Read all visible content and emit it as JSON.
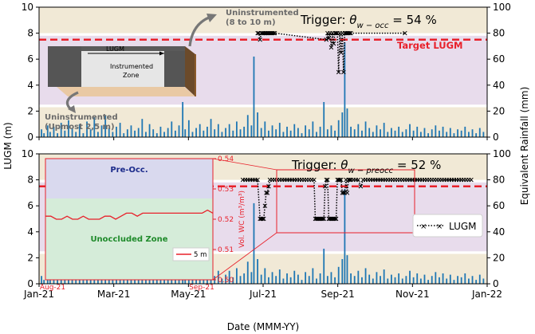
{
  "chart_data": {
    "type": "line",
    "x_label": "Date (MMM-YY)",
    "y_label_left": "LUGM (m)",
    "y_label_right": "Equivalent Rainfall (mm)",
    "x_ticks": [
      "Jan-21",
      "Mar-21",
      "May-21",
      "Jul-21",
      "Sep-21",
      "Nov-21",
      "Jan-22"
    ],
    "x_range_days": [
      0,
      365
    ],
    "ylim_left": [
      0,
      10
    ],
    "ylim_right": [
      0,
      100
    ],
    "y_ticks_left": [
      "0",
      "2",
      "4",
      "6",
      "8",
      "10"
    ],
    "y_ticks_right": [
      "0",
      "20",
      "40",
      "60",
      "80",
      "100"
    ],
    "target_lugm": 7.5,
    "target_label": "Target LUGM",
    "legend": "LUGM",
    "colors": {
      "rain": "#1f77b4",
      "target": "#e8202a",
      "lugm": "#000000",
      "uninstr_band": "#f1e9d6",
      "instr_band": "#e8dcec",
      "preocc": "#d9d9ee",
      "unoccluded": "#d5ecd9"
    },
    "panels": [
      {
        "trigger_prefix": "Trigger: ",
        "trigger_symbol": "θ",
        "trigger_sub": "w − occ",
        "trigger_value": " = 54 %",
        "top_band": [
          8.0,
          10.0
        ],
        "mid_band": [
          2.5,
          7.8
        ],
        "bottom_band": [
          0,
          2.3
        ],
        "lugm_points": [
          [
            178,
            8.0
          ],
          [
            179,
            8.0
          ],
          [
            180,
            7.5
          ],
          [
            181,
            8.0
          ],
          [
            182,
            8.0
          ],
          [
            183,
            8.0
          ],
          [
            184,
            8.0
          ],
          [
            185,
            8.0
          ],
          [
            186,
            8.0
          ],
          [
            187,
            8.0
          ],
          [
            188,
            8.0
          ],
          [
            189,
            8.0
          ],
          [
            190,
            8.0
          ],
          [
            191,
            8.0
          ],
          [
            192,
            8.0
          ],
          [
            234,
            7.5
          ],
          [
            235,
            8.0
          ],
          [
            236,
            7.6
          ],
          [
            237,
            8.0
          ],
          [
            238,
            6.9
          ],
          [
            239,
            8.0
          ],
          [
            240,
            7.2
          ],
          [
            241,
            8.0
          ],
          [
            242,
            8.0
          ],
          [
            243,
            8.0
          ],
          [
            244,
            5.0
          ],
          [
            245,
            8.0
          ],
          [
            246,
            6.5
          ],
          [
            247,
            8.0
          ],
          [
            248,
            5.0
          ],
          [
            249,
            8.0
          ],
          [
            250,
            8.0
          ],
          [
            251,
            8.0
          ],
          [
            252,
            8.0
          ],
          [
            253,
            8.0
          ],
          [
            254,
            8.0
          ],
          [
            298,
            8.0
          ]
        ]
      },
      {
        "trigger_prefix": "Trigger: ",
        "trigger_symbol": "θ",
        "trigger_sub": "w − preocc",
        "trigger_value": " = 52 %",
        "top_band": [
          8.0,
          10.0
        ],
        "mid_band": [
          2.5,
          7.8
        ],
        "bottom_band": [
          0,
          2.3
        ],
        "lugm_points": [
          [
            166,
            8.0
          ],
          [
            168,
            8.0
          ],
          [
            170,
            8.0
          ],
          [
            172,
            8.0
          ],
          [
            174,
            8.0
          ],
          [
            176,
            8.0
          ],
          [
            178,
            8.0
          ],
          [
            180,
            5.0
          ],
          [
            181,
            5.0
          ],
          [
            182,
            5.0
          ],
          [
            183,
            5.0
          ],
          [
            184,
            6.0
          ],
          [
            185,
            7.0
          ],
          [
            186,
            7.0
          ],
          [
            187,
            7.5
          ],
          [
            188,
            8.0
          ],
          [
            190,
            8.0
          ],
          [
            192,
            8.0
          ],
          [
            194,
            8.0
          ],
          [
            196,
            8.0
          ],
          [
            198,
            8.0
          ],
          [
            200,
            8.0
          ],
          [
            202,
            8.0
          ],
          [
            204,
            8.0
          ],
          [
            206,
            8.0
          ],
          [
            208,
            8.0
          ],
          [
            210,
            8.0
          ],
          [
            212,
            8.0
          ],
          [
            214,
            8.0
          ],
          [
            216,
            8.0
          ],
          [
            218,
            8.0
          ],
          [
            220,
            8.0
          ],
          [
            222,
            8.0
          ],
          [
            224,
            8.0
          ],
          [
            225,
            5.0
          ],
          [
            226,
            5.0
          ],
          [
            227,
            5.0
          ],
          [
            228,
            5.0
          ],
          [
            229,
            5.0
          ],
          [
            230,
            5.0
          ],
          [
            231,
            5.0
          ],
          [
            232,
            5.0
          ],
          [
            233,
            7.5
          ],
          [
            234,
            8.0
          ],
          [
            235,
            8.0
          ],
          [
            236,
            5.0
          ],
          [
            237,
            5.0
          ],
          [
            238,
            5.0
          ],
          [
            239,
            5.0
          ],
          [
            240,
            5.0
          ],
          [
            241,
            5.0
          ],
          [
            242,
            5.0
          ],
          [
            243,
            8.0
          ],
          [
            244,
            8.0
          ],
          [
            245,
            8.0
          ],
          [
            246,
            8.0
          ],
          [
            247,
            7.0
          ],
          [
            248,
            7.0
          ],
          [
            249,
            7.0
          ],
          [
            250,
            8.0
          ],
          [
            251,
            7.0
          ],
          [
            252,
            8.0
          ],
          [
            253,
            8.0
          ],
          [
            254,
            8.0
          ],
          [
            256,
            8.0
          ],
          [
            258,
            8.0
          ],
          [
            260,
            8.0
          ],
          [
            262,
            7.5
          ],
          [
            264,
            8.0
          ],
          [
            266,
            8.0
          ],
          [
            268,
            8.0
          ],
          [
            270,
            8.0
          ],
          [
            272,
            8.0
          ],
          [
            274,
            8.0
          ],
          [
            276,
            8.0
          ],
          [
            278,
            8.0
          ],
          [
            280,
            8.0
          ],
          [
            282,
            8.0
          ],
          [
            284,
            8.0
          ],
          [
            286,
            8.0
          ],
          [
            288,
            8.0
          ],
          [
            290,
            8.0
          ],
          [
            292,
            8.0
          ],
          [
            294,
            8.0
          ],
          [
            296,
            8.0
          ],
          [
            298,
            8.0
          ],
          [
            300,
            8.0
          ],
          [
            302,
            8.0
          ],
          [
            304,
            8.0
          ],
          [
            306,
            8.0
          ],
          [
            308,
            8.0
          ],
          [
            310,
            8.0
          ],
          [
            312,
            8.0
          ],
          [
            314,
            8.0
          ],
          [
            316,
            8.0
          ],
          [
            318,
            8.0
          ],
          [
            320,
            8.0
          ],
          [
            322,
            8.0
          ],
          [
            324,
            8.0
          ],
          [
            326,
            8.0
          ],
          [
            328,
            8.0
          ],
          [
            330,
            8.0
          ],
          [
            332,
            8.0
          ],
          [
            334,
            8.0
          ],
          [
            336,
            8.0
          ],
          [
            338,
            8.0
          ],
          [
            340,
            8.0
          ],
          [
            342,
            8.0
          ],
          [
            344,
            8.0
          ],
          [
            346,
            8.0
          ],
          [
            348,
            8.0
          ],
          [
            350,
            8.0
          ],
          [
            352,
            8.0
          ]
        ]
      }
    ],
    "rainfall": [
      [
        2,
        6
      ],
      [
        4,
        3
      ],
      [
        7,
        9
      ],
      [
        9,
        4
      ],
      [
        12,
        8
      ],
      [
        15,
        3
      ],
      [
        18,
        11
      ],
      [
        21,
        5
      ],
      [
        24,
        13
      ],
      [
        27,
        7
      ],
      [
        30,
        4
      ],
      [
        33,
        10
      ],
      [
        36,
        3
      ],
      [
        39,
        12
      ],
      [
        42,
        6
      ],
      [
        45,
        15
      ],
      [
        48,
        4
      ],
      [
        51,
        9
      ],
      [
        54,
        17
      ],
      [
        57,
        7
      ],
      [
        60,
        4
      ],
      [
        63,
        8
      ],
      [
        66,
        11
      ],
      [
        69,
        3
      ],
      [
        72,
        6
      ],
      [
        75,
        9
      ],
      [
        78,
        5
      ],
      [
        81,
        7
      ],
      [
        84,
        14
      ],
      [
        87,
        4
      ],
      [
        90,
        10
      ],
      [
        93,
        6
      ],
      [
        96,
        3
      ],
      [
        99,
        8
      ],
      [
        102,
        4
      ],
      [
        105,
        7
      ],
      [
        108,
        12
      ],
      [
        111,
        5
      ],
      [
        114,
        9
      ],
      [
        117,
        27
      ],
      [
        119,
        6
      ],
      [
        122,
        13
      ],
      [
        125,
        4
      ],
      [
        128,
        7
      ],
      [
        131,
        10
      ],
      [
        134,
        5
      ],
      [
        137,
        8
      ],
      [
        140,
        14
      ],
      [
        143,
        6
      ],
      [
        146,
        10
      ],
      [
        149,
        4
      ],
      [
        152,
        7
      ],
      [
        155,
        10
      ],
      [
        158,
        5
      ],
      [
        161,
        12
      ],
      [
        164,
        6
      ],
      [
        167,
        8
      ],
      [
        170,
        17
      ],
      [
        173,
        9
      ],
      [
        175,
        62
      ],
      [
        178,
        19
      ],
      [
        181,
        7
      ],
      [
        184,
        12
      ],
      [
        187,
        5
      ],
      [
        190,
        9
      ],
      [
        193,
        6
      ],
      [
        196,
        11
      ],
      [
        199,
        4
      ],
      [
        202,
        8
      ],
      [
        205,
        5
      ],
      [
        208,
        10
      ],
      [
        211,
        7
      ],
      [
        214,
        3
      ],
      [
        217,
        9
      ],
      [
        220,
        6
      ],
      [
        223,
        12
      ],
      [
        226,
        4
      ],
      [
        229,
        8
      ],
      [
        232,
        27
      ],
      [
        235,
        6
      ],
      [
        238,
        9
      ],
      [
        241,
        5
      ],
      [
        244,
        13
      ],
      [
        247,
        19
      ],
      [
        249,
        73
      ],
      [
        251,
        22
      ],
      [
        254,
        8
      ],
      [
        257,
        6
      ],
      [
        260,
        10
      ],
      [
        263,
        5
      ],
      [
        266,
        12
      ],
      [
        269,
        7
      ],
      [
        272,
        4
      ],
      [
        275,
        9
      ],
      [
        278,
        6
      ],
      [
        281,
        11
      ],
      [
        284,
        4
      ],
      [
        287,
        7
      ],
      [
        290,
        5
      ],
      [
        293,
        8
      ],
      [
        296,
        4
      ],
      [
        299,
        6
      ],
      [
        302,
        10
      ],
      [
        305,
        5
      ],
      [
        308,
        8
      ],
      [
        311,
        4
      ],
      [
        314,
        7
      ],
      [
        317,
        3
      ],
      [
        320,
        6
      ],
      [
        323,
        9
      ],
      [
        326,
        5
      ],
      [
        329,
        8
      ],
      [
        332,
        4
      ],
      [
        335,
        7
      ],
      [
        338,
        3
      ],
      [
        341,
        6
      ],
      [
        344,
        5
      ],
      [
        347,
        8
      ],
      [
        350,
        4
      ],
      [
        353,
        6
      ],
      [
        356,
        3
      ],
      [
        359,
        7
      ],
      [
        362,
        4
      ]
    ]
  },
  "annotations": {
    "uninstr_top_line1": "Uninstrumented",
    "uninstr_top_line2": "(8 to 10 m)",
    "uninstr_bottom_line1": "Uninstrumented",
    "uninstr_bottom_line2": "(Upmost 2,5 m)",
    "lugm_arrow": "LUGM",
    "zone_line1": "Instrumented",
    "zone_line2": "Zone"
  },
  "inset": {
    "ylabel": "Vol. WC (m³/m³)",
    "yticks": [
      "0.50",
      "0.51",
      "0.52",
      "0.53",
      "0.54"
    ],
    "ylim": [
      0.5,
      0.54
    ],
    "x_start": "Aug-21",
    "x_end": "Sep-21",
    "preocc_label": "Pre-Occ.",
    "unoccluded_label": "Unoccluded Zone",
    "legend": "5 m",
    "series": [
      0.521,
      0.521,
      0.52,
      0.52,
      0.521,
      0.52,
      0.52,
      0.521,
      0.52,
      0.52,
      0.52,
      0.521,
      0.521,
      0.52,
      0.521,
      0.522,
      0.522,
      0.521,
      0.522,
      0.522,
      0.522,
      0.522,
      0.522,
      0.522,
      0.522,
      0.522,
      0.522,
      0.522,
      0.522,
      0.522,
      0.523,
      0.522
    ]
  }
}
